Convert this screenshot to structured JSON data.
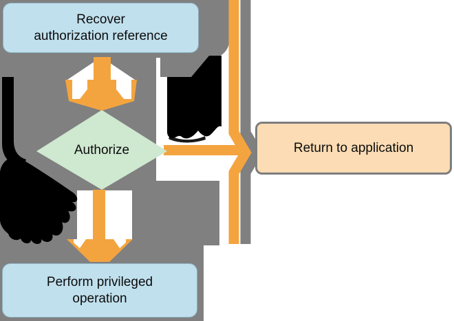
{
  "diagram": {
    "nodes": {
      "recover": {
        "line1": "Recover",
        "line2": "authorization reference"
      },
      "authorize": {
        "label": "Authorize"
      },
      "return_app": {
        "label": "Return to application"
      },
      "perform": {
        "line1": "Perform privileged",
        "line2": "operation"
      }
    },
    "corrupted_labels": [
      "fail-label-blob",
      "allow-label-blob"
    ],
    "colors": {
      "background_gray": "#808080",
      "process_fill": "#c0e0ed",
      "decision_fill": "#cfe8d0",
      "terminal_fill": "#fcdcb4",
      "terminal_border": "#7d7d7d",
      "arrow_orange": "#f4a43f",
      "blob_black": "#000000",
      "white": "#ffffff"
    }
  }
}
